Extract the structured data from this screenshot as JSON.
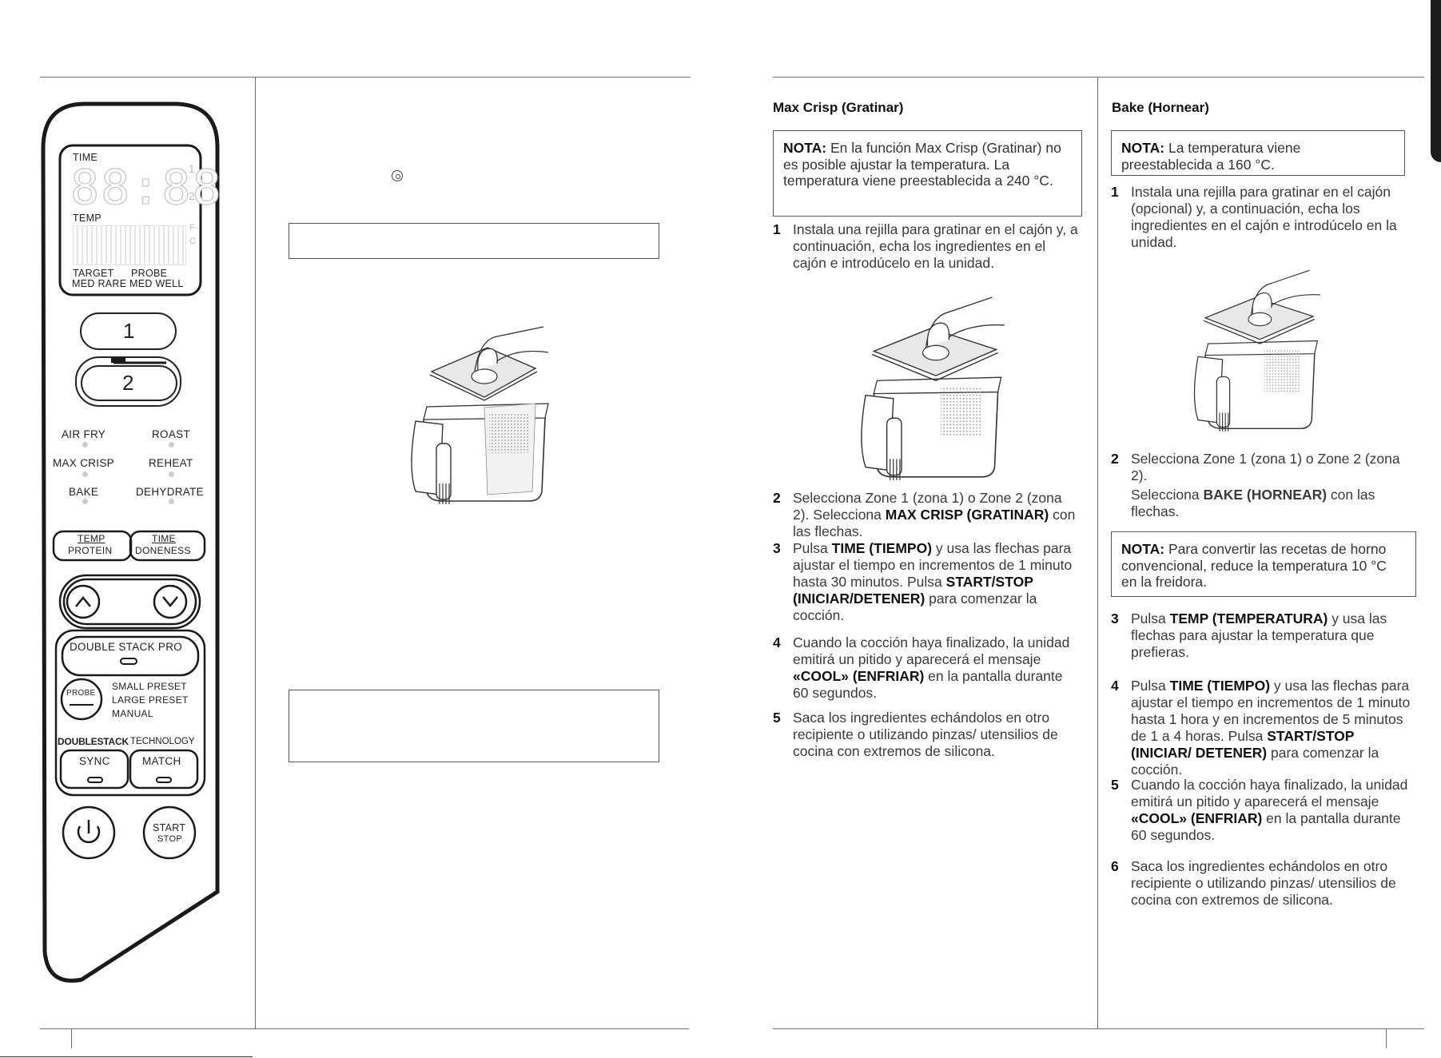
{
  "control_panel": {
    "display": {
      "time_label": "TIME",
      "time_digits": "88:88",
      "zone_marks": [
        "1",
        "2"
      ],
      "temp_label": "TEMP",
      "temp_units": [
        "F",
        "C"
      ],
      "target_label": "TARGET",
      "probe_label": "PROBE",
      "doneness_left": "MED RARE",
      "doneness_right": "MED WELL"
    },
    "zone1": "1",
    "zone2": "2",
    "functions": [
      "AIR FRY",
      "ROAST",
      "MAX CRISP",
      "REHEAT",
      "BAKE",
      "DEHYDRATE"
    ],
    "temp_protein_top": "TEMP",
    "temp_protein_bottom": "PROTEIN",
    "time_doneness_top": "TIME",
    "time_doneness_bottom": "DONENESS",
    "double_stack_pro": "DOUBLE STACK PRO",
    "probe": "PROBE",
    "presets": [
      "SMALL PRESET",
      "LARGE PRESET",
      "MANUAL"
    ],
    "technology_brand": "DOUBLESTACK",
    "technology_word": "TECHNOLOGY",
    "sync": "SYNC",
    "match": "MATCH",
    "start": "START",
    "stop": "STOP"
  },
  "max_crisp": {
    "heading": "Max Crisp (Gratinar)",
    "note_label": "NOTA:",
    "note_text": " En la función Max Crisp (Gratinar) no es posible ajustar la temperatura. La temperatura viene preestablecida a 240 °C.",
    "steps": [
      {
        "n": "1",
        "parts": [
          [
            "Instala una rejilla para gratinar en el cajón y, a continuación, echa los ingredientes en el cajón e introdúcelo en la unidad.",
            false
          ]
        ]
      },
      {
        "n": "2",
        "parts": [
          [
            "Selecciona Zone 1 (zona 1) o Zone 2 (zona 2). Selecciona ",
            false
          ],
          [
            "MAX CRISP (GRATINAR)",
            true
          ],
          [
            " con las flechas.",
            false
          ]
        ]
      },
      {
        "n": "3",
        "parts": [
          [
            "Pulsa ",
            false
          ],
          [
            "TIME (TIEMPO)",
            true
          ],
          [
            " y usa las flechas para ajustar el tiempo en incrementos de 1 minuto hasta 30 minutos. Pulsa ",
            false
          ],
          [
            "START/STOP (INICIAR/DETENER)",
            true
          ],
          [
            " para comenzar la cocción.",
            false
          ]
        ]
      },
      {
        "n": "4",
        "parts": [
          [
            "Cuando la cocción haya finalizado, la unidad emitirá un pitido y aparecerá el mensaje ",
            false
          ],
          [
            "«COOL» (ENFRIAR)",
            true
          ],
          [
            " en la pantalla durante 60 segundos.",
            false
          ]
        ]
      },
      {
        "n": "5",
        "parts": [
          [
            "Saca los ingredientes echándolos en otro recipiente o utilizando pinzas/ utensilios de cocina con extremos de silicona.",
            false
          ]
        ]
      }
    ]
  },
  "bake": {
    "heading": "Bake (Hornear)",
    "note1_label": "NOTA:",
    "note1_text": " La temperatura viene preestablecida a 160 °C.",
    "note2_label": "NOTA:",
    "note2_text": " Para convertir las recetas de horno convencional, reduce la temperatura 10 °C en la freidora.",
    "steps_a": [
      {
        "n": "1",
        "parts": [
          [
            "Instala una rejilla para gratinar en el cajón (opcional) y, a continuación, echa los ingredientes en el cajón e introdúcelo en la unidad.",
            false
          ]
        ]
      },
      {
        "n": "2",
        "parts": [
          [
            "Selecciona Zone 1 (zona 1) o Zone 2 (zona 2).",
            false
          ]
        ]
      }
    ],
    "step2_cont": [
      [
        "Selecciona ",
        false
      ],
      [
        "BAKE (HORNEAR)",
        true
      ],
      [
        " con las flechas.",
        false
      ]
    ],
    "steps_b": [
      {
        "n": "3",
        "parts": [
          [
            "Pulsa ",
            false
          ],
          [
            "TEMP (TEMPERATURA)",
            true
          ],
          [
            " y usa las flechas para ajustar la temperatura que prefieras.",
            false
          ]
        ]
      },
      {
        "n": "4",
        "parts": [
          [
            "Pulsa ",
            false
          ],
          [
            "TIME (TIEMPO)",
            true
          ],
          [
            " y usa las flechas para ajustar el tiempo en incrementos de 1 minuto hasta 1 hora y en incrementos de 5 minutos de 1 a 4 horas. Pulsa ",
            false
          ],
          [
            "START/STOP (INICIAR/ DETENER)",
            true
          ],
          [
            " para comenzar la cocción.",
            false
          ]
        ]
      },
      {
        "n": "5",
        "parts": [
          [
            "Cuando la cocción haya finalizado, la unidad emitirá un pitido y aparecerá el mensaje ",
            false
          ],
          [
            "«COOL» (ENFRIAR)",
            true
          ],
          [
            " en la pantalla durante 60 segundos.",
            false
          ]
        ]
      },
      {
        "n": "6",
        "parts": [
          [
            "Saca los ingredientes echándolos en otro recipiente o utilizando pinzas/ utensilios de cocina con extremos de silicona.",
            false
          ]
        ]
      }
    ]
  }
}
